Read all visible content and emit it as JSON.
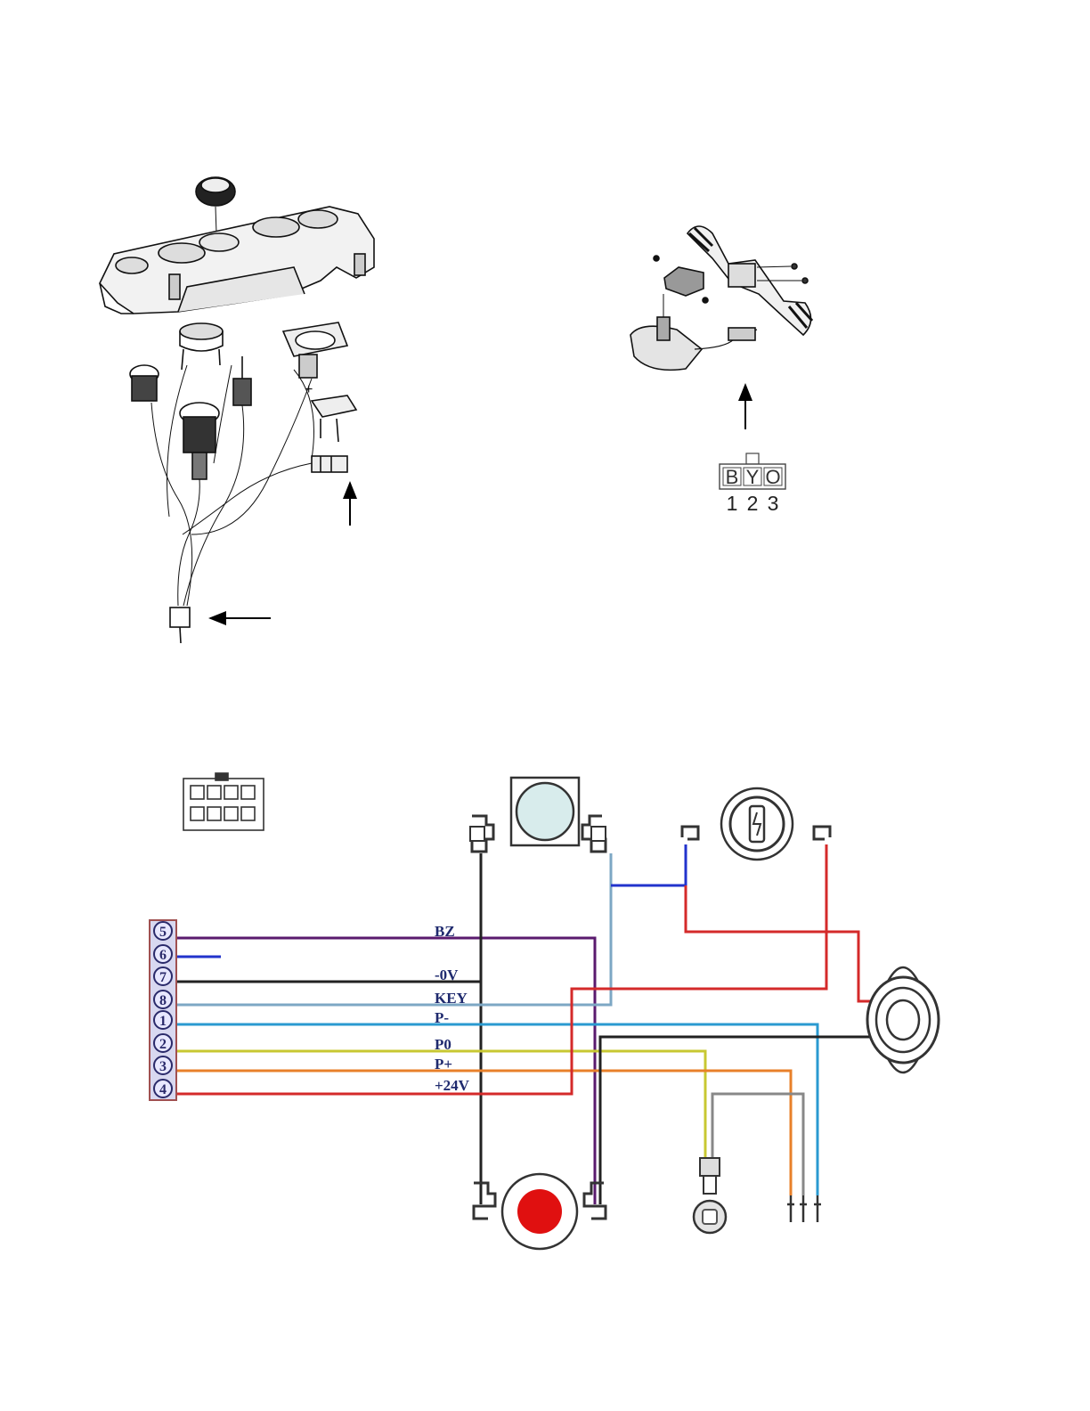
{
  "throttle_connector": {
    "letters": [
      "B",
      "Y",
      "O"
    ],
    "numbers": [
      "1",
      "2",
      "3"
    ]
  },
  "harness_pins": [
    {
      "pin": "5",
      "signal": "BZ",
      "color": "#5a1a6e"
    },
    {
      "pin": "6",
      "signal": "",
      "color": "#2233cc"
    },
    {
      "pin": "7",
      "signal": "-0V",
      "color": "#222222"
    },
    {
      "pin": "8",
      "signal": "KEY",
      "color": "#7da7c4"
    },
    {
      "pin": "1",
      "signal": "P-",
      "color": "#2a9ad0"
    },
    {
      "pin": "2",
      "signal": "P0",
      "color": "#c8c832"
    },
    {
      "pin": "3",
      "signal": "P+",
      "color": "#e8802a"
    },
    {
      "pin": "4",
      "signal": "+24V",
      "color": "#d42a2a"
    }
  ],
  "colors": {
    "wire_blue": "#2233cc",
    "wire_gray": "#888888",
    "emergency_button": "#e01010",
    "indicator_lamp": "#d8ecec"
  }
}
